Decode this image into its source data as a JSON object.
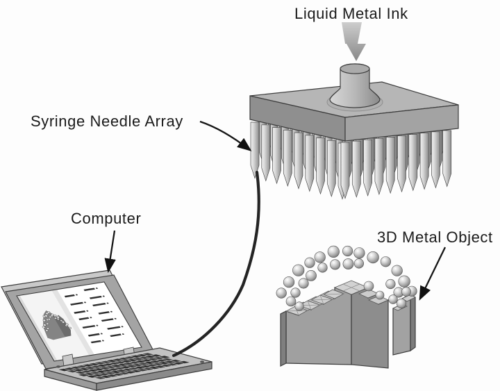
{
  "labels": {
    "liquid_metal_ink": "Liquid Metal Ink",
    "syringe_needle_array": "Syringe Needle Array",
    "computer": "Computer",
    "metal_object": "3D Metal Object"
  },
  "palette": {
    "background": "#ffffff",
    "outline": "#3c3c3c",
    "label_text": "#1a1a1a",
    "slab_top": "#b6b6b6",
    "slab_left_face": "#8f8f8f",
    "slab_right_face": "#a3a3a3",
    "needle_light": "#f0f0f0",
    "needle_dark": "#8f8f8f",
    "sphere_highlight": "#ffffff",
    "sphere_shadow": "#6e6e6e",
    "object_front": "#a0a0a0",
    "object_side": "#7f7f7f",
    "tile_top": "#d0d0d0",
    "laptop_frame": "#a4a4a4",
    "laptop_base": "#c2c2c2",
    "keyboard_key": "#3e3e3e",
    "screen_bg": "#ffffff",
    "code_text": "#2f2f2f",
    "cable": "#242424",
    "ink_arrow_light": "#cdcdcd",
    "ink_arrow_dark": "#888888"
  }
}
